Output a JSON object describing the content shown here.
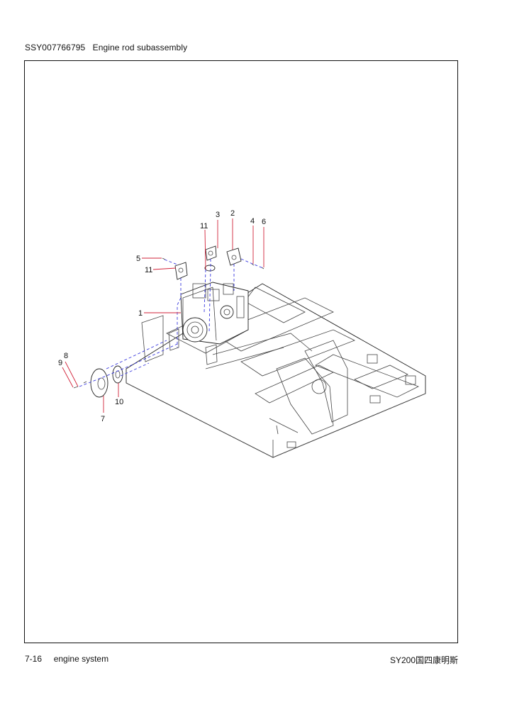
{
  "header": {
    "part_number": "SSY007766795",
    "title": "Engine rod subassembly"
  },
  "footer": {
    "page": "7-16",
    "section": "engine system",
    "model": "SY200国四康明斯"
  },
  "callouts": [
    {
      "id": "c1",
      "label": "1"
    },
    {
      "id": "c2",
      "label": "2"
    },
    {
      "id": "c3",
      "label": "3"
    },
    {
      "id": "c4",
      "label": "4"
    },
    {
      "id": "c5",
      "label": "5"
    },
    {
      "id": "c6",
      "label": "6"
    },
    {
      "id": "c7",
      "label": "7"
    },
    {
      "id": "c8",
      "label": "8"
    },
    {
      "id": "c9",
      "label": "9"
    },
    {
      "id": "c10",
      "label": "10"
    },
    {
      "id": "c11a",
      "label": "11"
    },
    {
      "id": "c11b",
      "label": "11"
    }
  ]
}
